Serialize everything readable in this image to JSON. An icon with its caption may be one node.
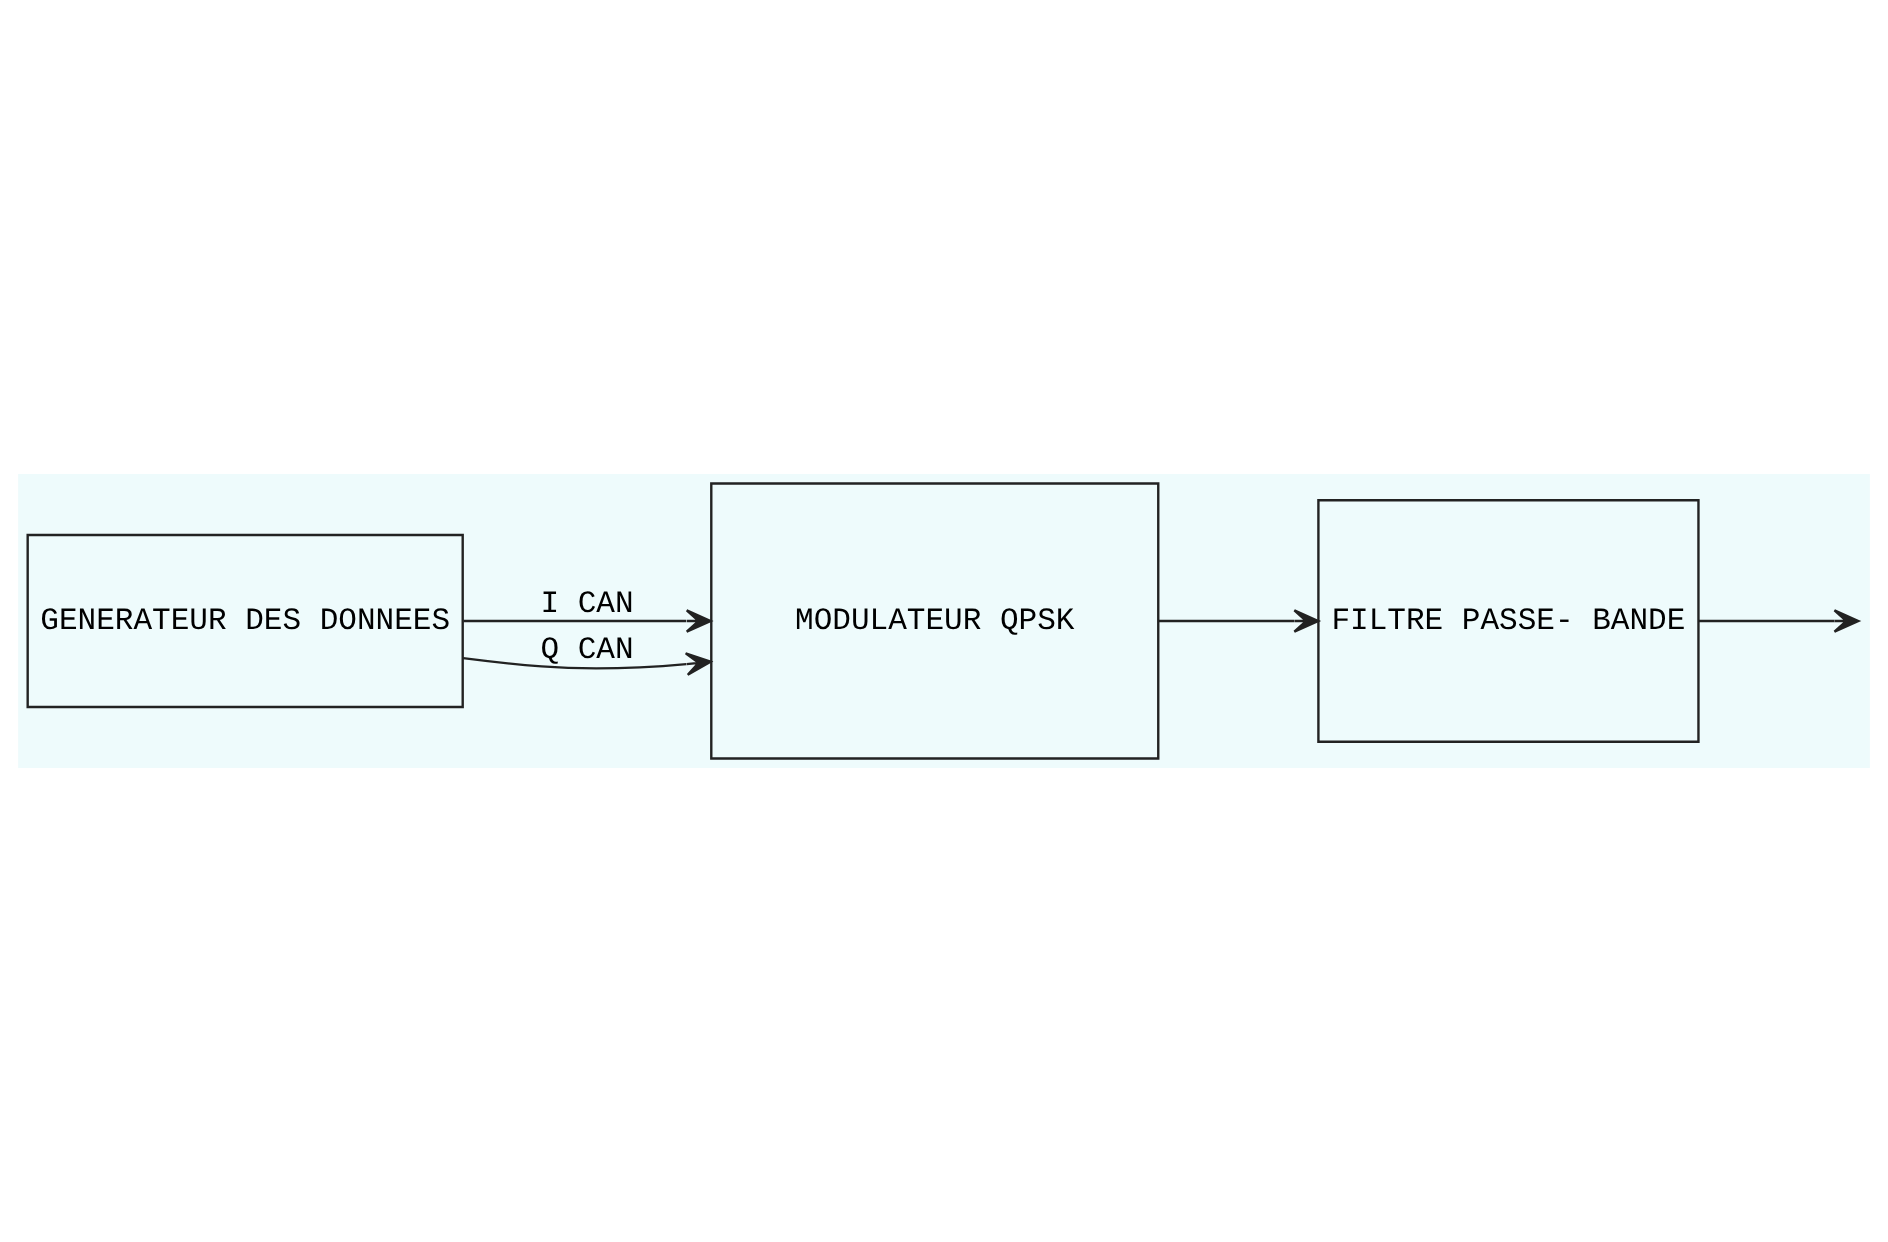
{
  "diagram": {
    "nodes": [
      {
        "text": [
          "GENERATEUR DES DONNEES"
        ]
      },
      {
        "text": [
          "MODULATEUR QPSK"
        ]
      },
      {
        "text": [
          "FILTRE PASSE- BANDE"
        ]
      }
    ],
    "edges": [
      {
        "from": 0,
        "to": 1,
        "arrow": "to",
        "label": "I CAN"
      },
      {
        "from": 0,
        "to": 1,
        "arrow": "to",
        "label": "Q CAN"
      },
      {
        "from": 1,
        "to": 2,
        "arrow": "to"
      },
      {
        "from": 2,
        "to": null,
        "arrow": "to"
      }
    ]
  }
}
